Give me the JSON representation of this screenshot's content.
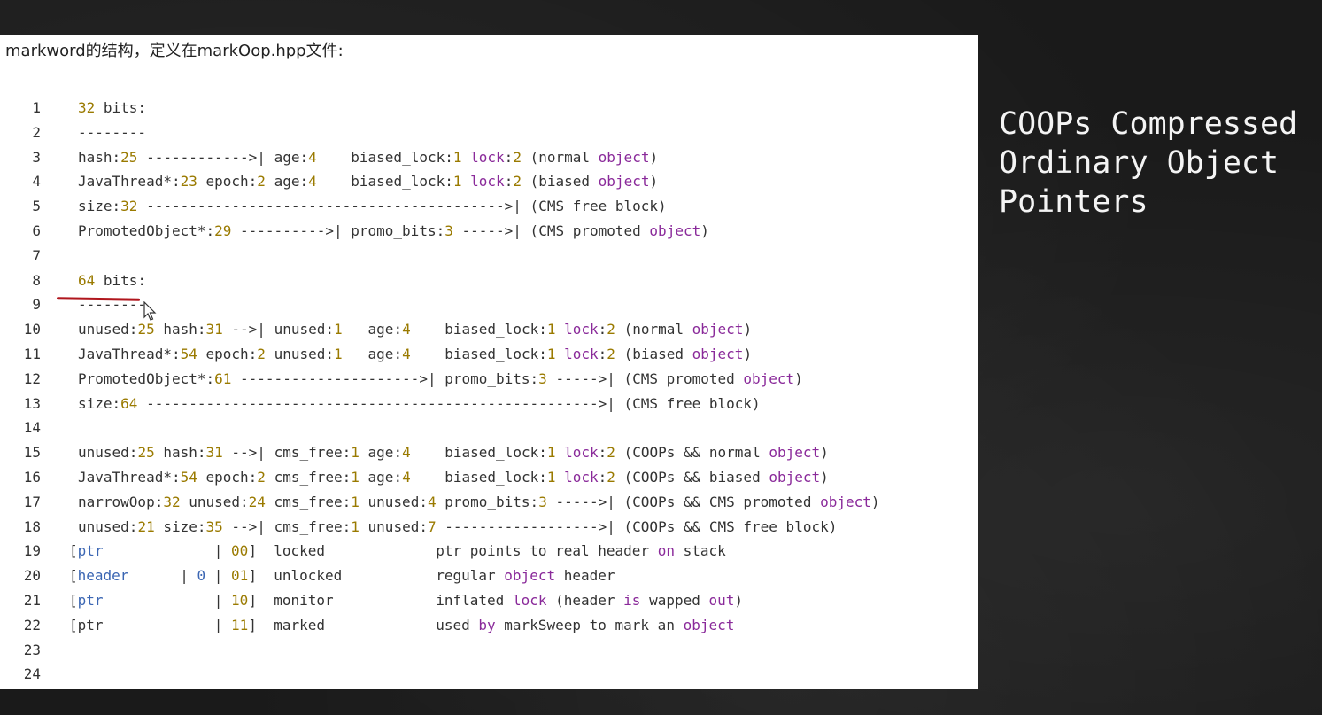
{
  "slide": {
    "heading": "markword的结构，定义在markOop.hpp文件:",
    "code_lines": [
      {
        "n": "1",
        "html": "<span class=\"num\">32</span> bits:"
      },
      {
        "n": "2",
        "html": "--------"
      },
      {
        "n": "3",
        "html": "hash:<span class=\"num\">25</span> ------------>| age:<span class=\"num\">4</span>    biased_lock:<span class=\"num\">1</span> <span class=\"kw\">lock</span>:<span class=\"num\">2</span> (normal <span class=\"kw\">object</span>)"
      },
      {
        "n": "4",
        "html": "JavaThread*:<span class=\"num\">23</span> epoch:<span class=\"num\">2</span> age:<span class=\"num\">4</span>    biased_lock:<span class=\"num\">1</span> <span class=\"kw\">lock</span>:<span class=\"num\">2</span> (biased <span class=\"kw\">object</span>)"
      },
      {
        "n": "5",
        "html": "size:<span class=\"num\">32</span> ------------------------------------------>| (CMS free block)"
      },
      {
        "n": "6",
        "html": "PromotedObject*:<span class=\"num\">29</span> ---------->| promo_bits:<span class=\"num\">3</span> ----->| (CMS promoted <span class=\"kw\">object</span>)"
      },
      {
        "n": "7",
        "html": ""
      },
      {
        "n": "8",
        "html": "<span class=\"num\">64</span> bits:"
      },
      {
        "n": "9",
        "html": "--------"
      },
      {
        "n": "10",
        "html": "unused:<span class=\"num\">25</span> hash:<span class=\"num\">31</span> -->| unused:<span class=\"num\">1</span>   age:<span class=\"num\">4</span>    biased_lock:<span class=\"num\">1</span> <span class=\"kw\">lock</span>:<span class=\"num\">2</span> (normal <span class=\"kw\">object</span>)"
      },
      {
        "n": "11",
        "html": "JavaThread*:<span class=\"num\">54</span> epoch:<span class=\"num\">2</span> unused:<span class=\"num\">1</span>   age:<span class=\"num\">4</span>    biased_lock:<span class=\"num\">1</span> <span class=\"kw\">lock</span>:<span class=\"num\">2</span> (biased <span class=\"kw\">object</span>)"
      },
      {
        "n": "12",
        "html": "PromotedObject*:<span class=\"num\">61</span> --------------------->| promo_bits:<span class=\"num\">3</span> ----->| (CMS promoted <span class=\"kw\">object</span>)"
      },
      {
        "n": "13",
        "html": "size:<span class=\"num\">64</span> ----------------------------------------------------->| (CMS free block)"
      },
      {
        "n": "14",
        "html": ""
      },
      {
        "n": "15",
        "html": "unused:<span class=\"num\">25</span> hash:<span class=\"num\">31</span> -->| cms_free:<span class=\"num\">1</span> age:<span class=\"num\">4</span>    biased_lock:<span class=\"num\">1</span> <span class=\"kw\">lock</span>:<span class=\"num\">2</span> (COOPs && normal <span class=\"kw\">object</span>)"
      },
      {
        "n": "16",
        "html": "JavaThread*:<span class=\"num\">54</span> epoch:<span class=\"num\">2</span> cms_free:<span class=\"num\">1</span> age:<span class=\"num\">4</span>    biased_lock:<span class=\"num\">1</span> <span class=\"kw\">lock</span>:<span class=\"num\">2</span> (COOPs && biased <span class=\"kw\">object</span>)"
      },
      {
        "n": "17",
        "html": "narrowOop:<span class=\"num\">32</span> unused:<span class=\"num\">24</span> cms_free:<span class=\"num\">1</span> unused:<span class=\"num\">4</span> promo_bits:<span class=\"num\">3</span> ----->| (COOPs && CMS promoted <span class=\"kw\">object</span>)"
      },
      {
        "n": "18",
        "html": "unused:<span class=\"num\">21</span> size:<span class=\"num\">35</span> -->| cms_free:<span class=\"num\">1</span> unused:<span class=\"num\">7</span> ------------------>| (COOPs && CMS free block)"
      },
      {
        "n": "19",
        "bracket": true,
        "html": "[<span class=\"blu\">ptr</span>             | <span class=\"num\">00</span>]  locked             ptr points to real header <span class=\"kw\">on</span> stack"
      },
      {
        "n": "20",
        "bracket": true,
        "html": "[<span class=\"blu\">header</span>      | <span class=\"blu\">0</span> | <span class=\"num\">01</span>]  unlocked           regular <span class=\"kw\">object</span> header"
      },
      {
        "n": "21",
        "bracket": true,
        "html": "[<span class=\"blu\">ptr</span>             | <span class=\"num\">10</span>]  monitor            inflated <span class=\"kw\">lock</span> (header <span class=\"kw\">is</span> wapped <span class=\"kw\">out</span>)"
      },
      {
        "n": "22",
        "bracket": true,
        "html": "[ptr             | <span class=\"num\">11</span>]  marked             used <span class=\"kw\">by</span> markSweep to mark an <span class=\"kw\">object</span>"
      },
      {
        "n": "23",
        "html": ""
      },
      {
        "n": "24",
        "html": ""
      }
    ]
  },
  "side_title": {
    "line1": "COOPs Compressed",
    "line2": "Ordinary Object",
    "line3": "Pointers"
  },
  "colors": {
    "background": "#1a1a1a",
    "panel": "#ffffff",
    "number": "#9a7a00",
    "keyword": "#8a2a9a",
    "blue": "#3b66b3",
    "annotation": "#b0161d"
  }
}
